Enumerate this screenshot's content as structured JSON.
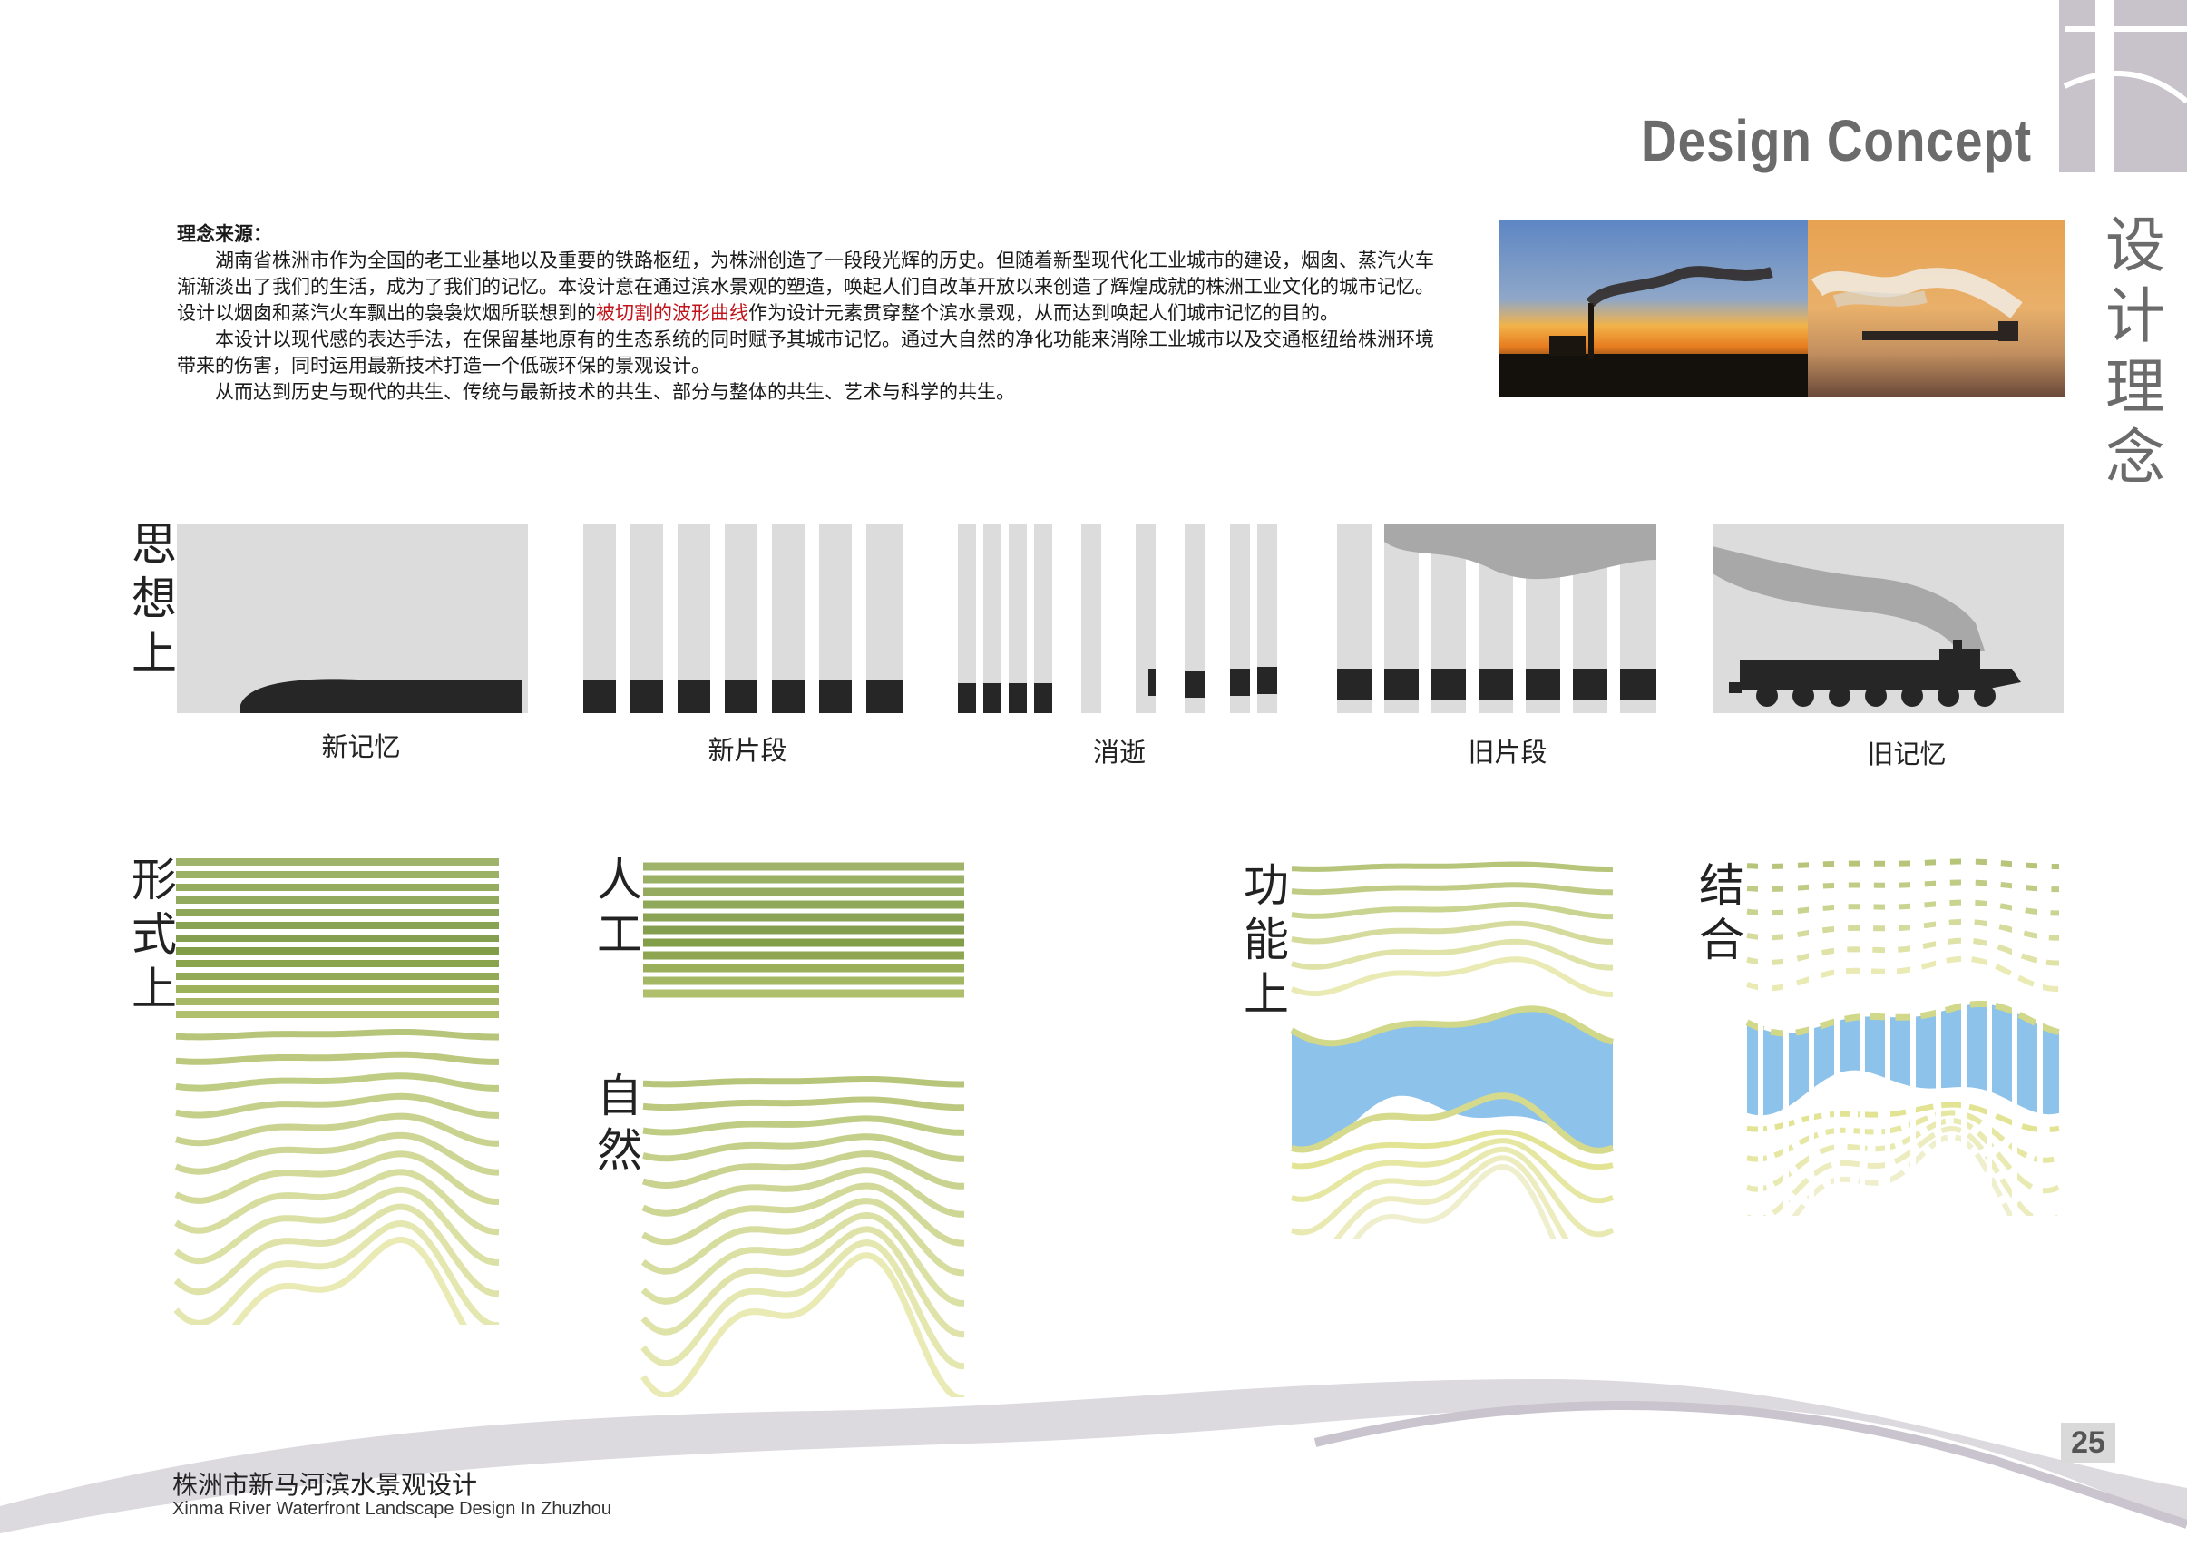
{
  "header": {
    "title_en": "Design Concept",
    "title_cn": [
      "设",
      "计",
      "理",
      "念"
    ]
  },
  "intro": {
    "heading": "理念来源：",
    "p1_before": "湖南省株洲市作为全国的老工业基地以及重要的铁路枢纽，为株洲创造了一段段光辉的历史。但随着新型现代化工业城市的建设，烟囱、蒸汽火车渐渐淡出了我们的生活，成为了我们的记忆。本设计意在通过滨水景观的塑造，唤起人们自改革开放以来创造了辉煌成就的株洲工业文化的城市记忆。设计以烟囱和蒸汽火车飘出的袅袅炊烟所联想到的",
    "p1_highlight": "被切割的波形曲线",
    "p1_after": "作为设计元素贯穿整个滨水景观，从而达到唤起人们城市记忆的目的。",
    "p2": "本设计以现代感的表达手法，在保留基地原有的生态系统的同时赋予其城市记忆。通过大自然的净化功能来消除工业城市以及交通枢纽给株洲环境带来的伤害，同时运用最新技术打造一个低碳环保的景观设计。",
    "p3": "从而达到历史与现代的共生、传统与最新技术的共生、部分与整体的共生、艺术与科学的共生。"
  },
  "thought": {
    "label": [
      "思",
      "想",
      "上"
    ],
    "captions": [
      "新记忆",
      "新片段",
      "消逝",
      "旧片段",
      "旧记忆"
    ]
  },
  "form": {
    "label_form": [
      "形",
      "式",
      "上"
    ],
    "label_artificial": [
      "人",
      "工"
    ],
    "label_nature": [
      "自",
      "然"
    ],
    "label_function": [
      "功",
      "能",
      "上"
    ],
    "label_combine": [
      "结",
      "合"
    ]
  },
  "colors": {
    "panel_gray": "#dcdcdc",
    "silhouette": "#262626",
    "smoke": "#a8a8a8",
    "water": "#8dc2ea",
    "line_dark": "#9fb46a",
    "line_light": "#e2e494",
    "accent_red": "#c0141b"
  },
  "footer": {
    "title_cn": "株洲市新马河滨水景观设计",
    "title_en": "Xinma River Waterfront Landscape Design In Zhuzhou",
    "page_number": "25"
  }
}
